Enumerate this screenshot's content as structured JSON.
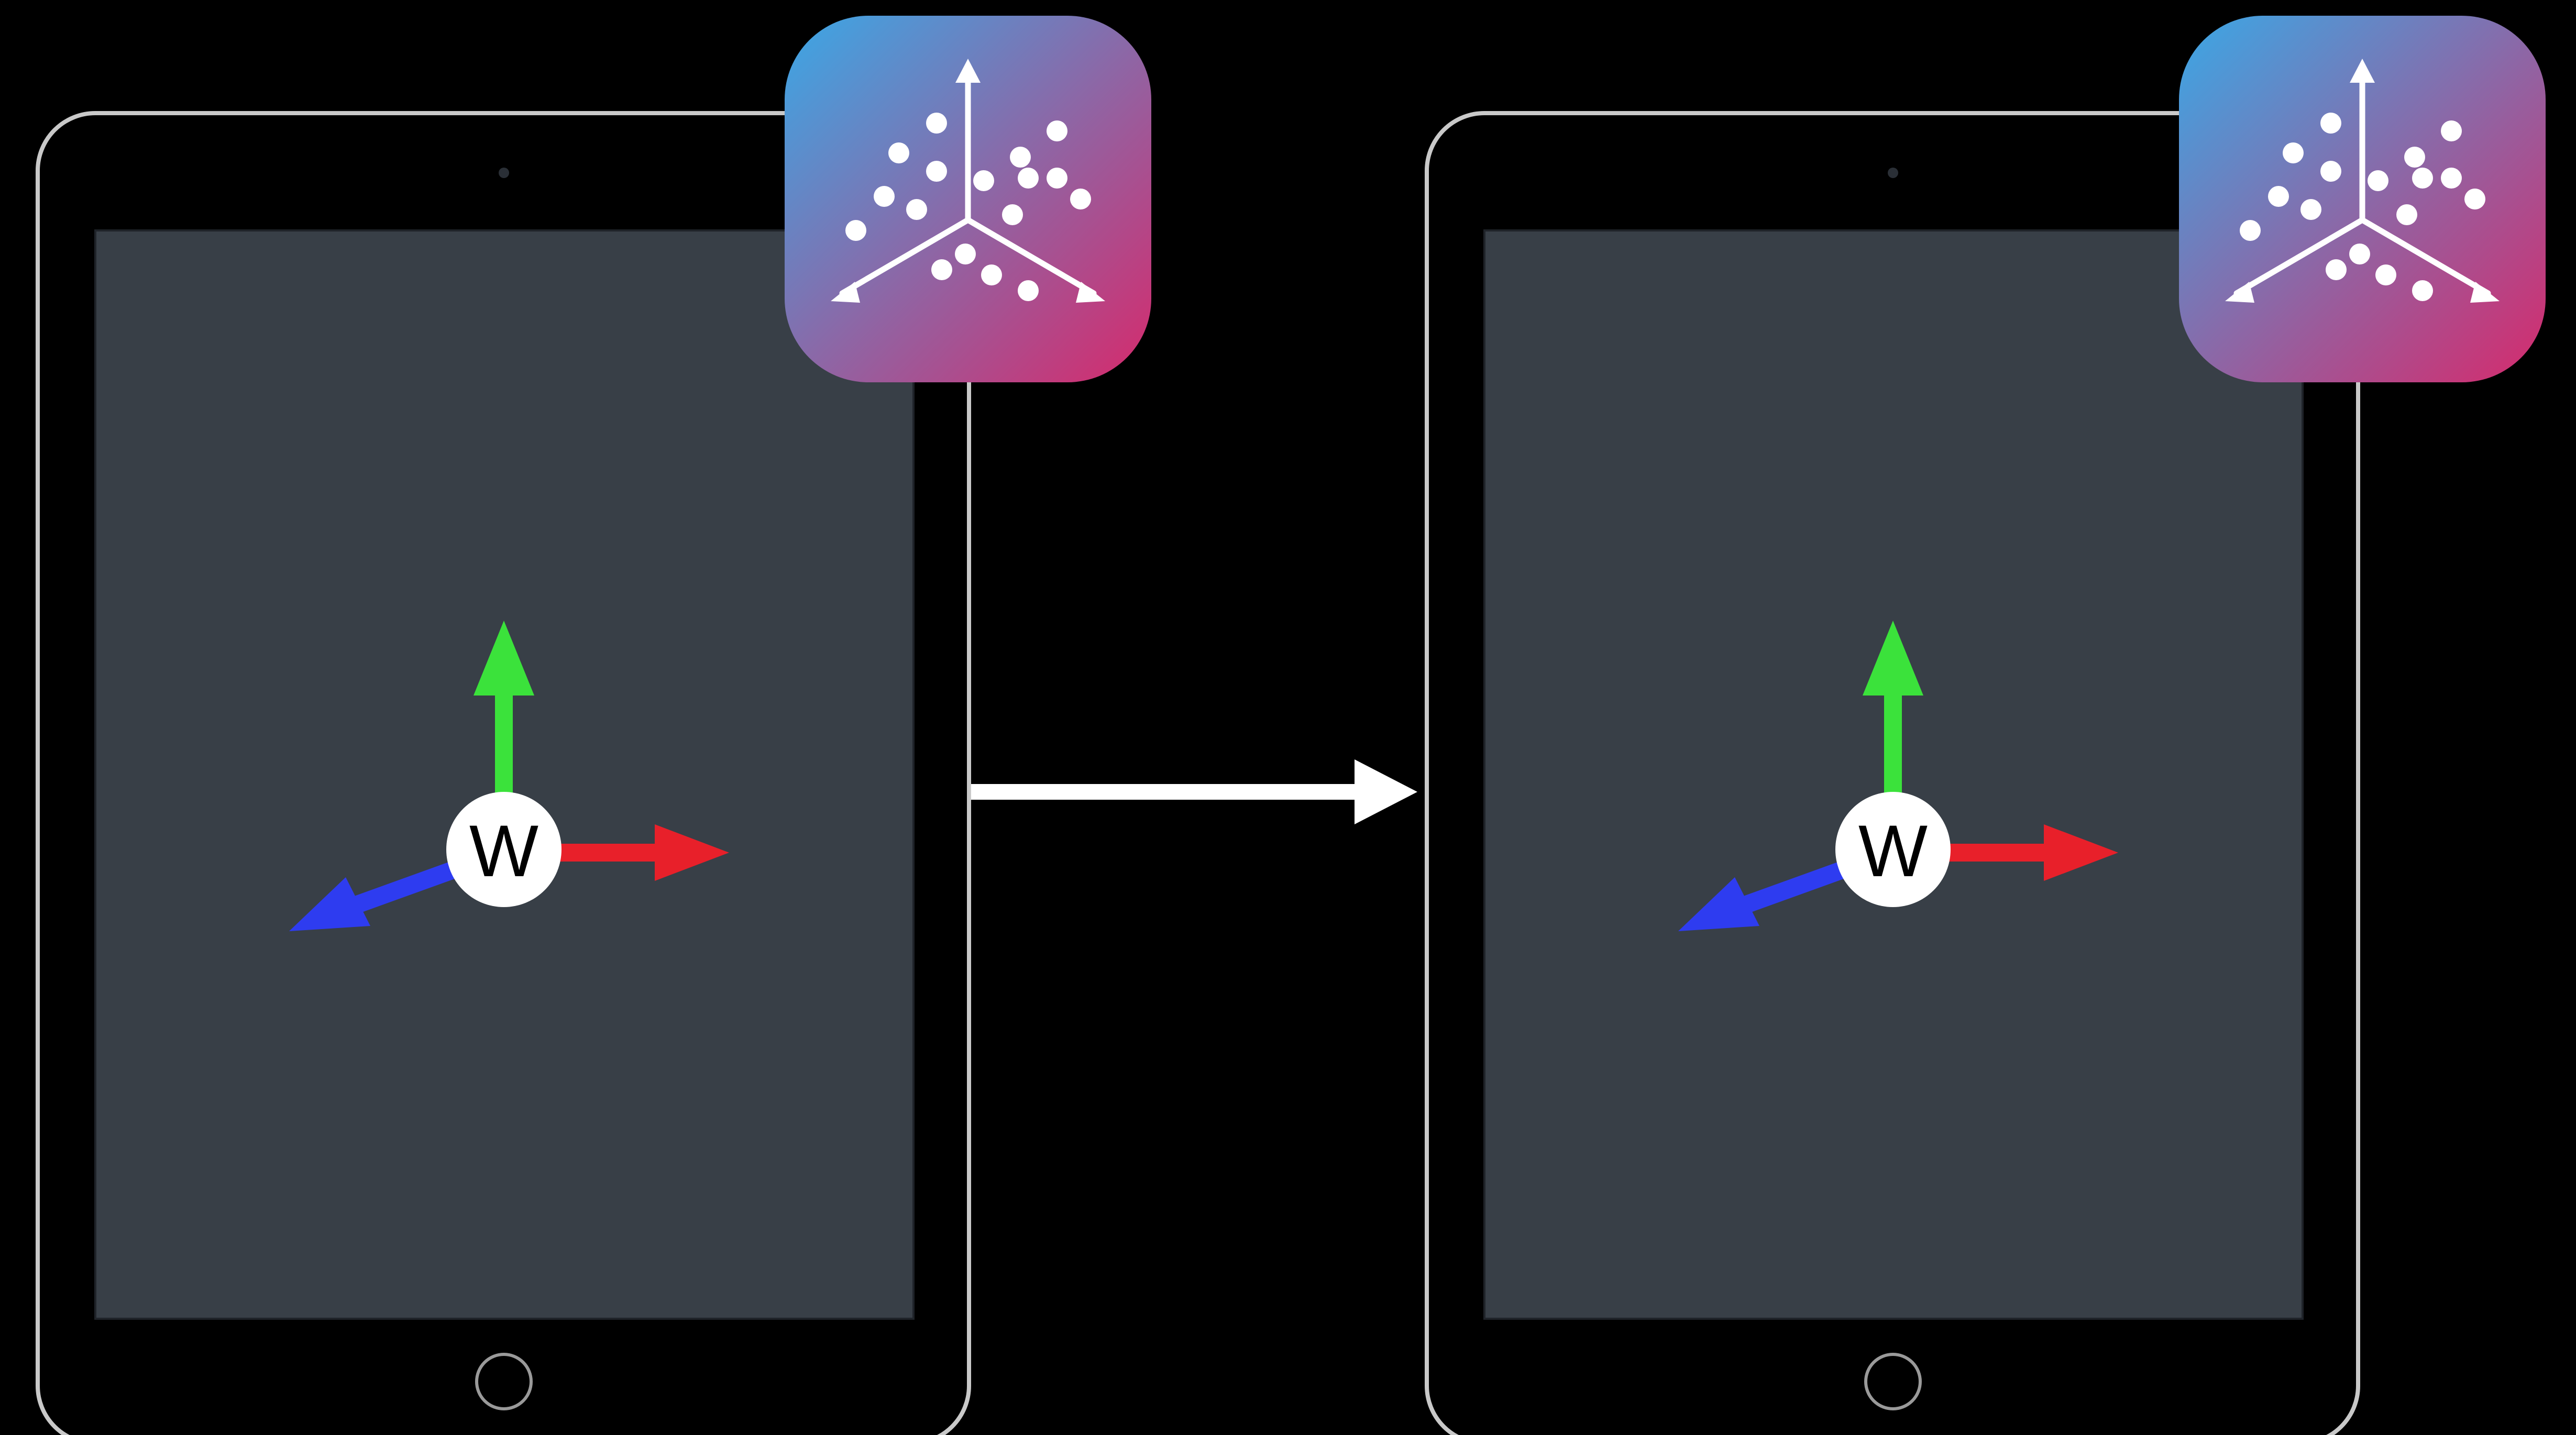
{
  "diagram": {
    "world_label": "W",
    "colors": {
      "background": "#000000",
      "screen": "#383f47",
      "bezel_outline": "#c9c9c9",
      "axis_x": "#e8202a",
      "axis_y": "#3be23b",
      "axis_z": "#2e3cf0",
      "origin_fill": "#ffffff",
      "arrow": "#ffffff",
      "icon_gradient_start": "#3aa8e6",
      "icon_gradient_mid": "#8a69a8",
      "icon_gradient_end": "#d62a6c"
    },
    "devices": [
      {
        "name": "left-ipad",
        "world_label": "W",
        "icon": "arkit-scatter-icon",
        "axes": [
          "x-axis-arrow",
          "y-axis-arrow",
          "z-axis-arrow"
        ]
      },
      {
        "name": "right-ipad",
        "world_label": "W",
        "icon": "arkit-scatter-icon",
        "axes": [
          "x-axis-arrow",
          "y-axis-arrow",
          "z-axis-arrow"
        ]
      }
    ],
    "connector": {
      "icon": "right-arrow-icon",
      "direction": "left-to-right"
    }
  }
}
